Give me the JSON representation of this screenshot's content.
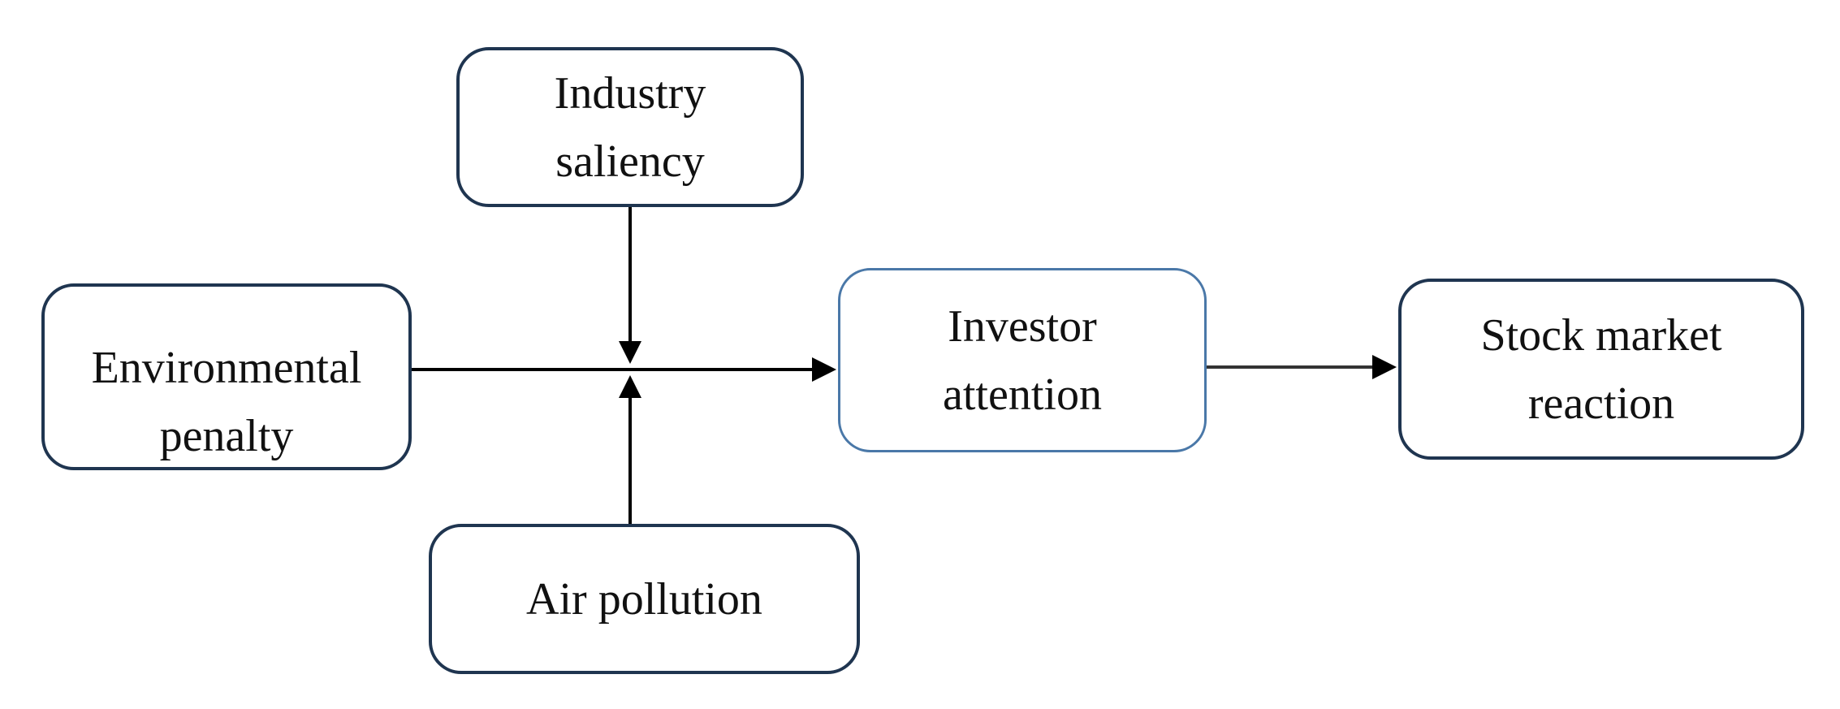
{
  "diagram": {
    "nodes": {
      "industry_saliency": {
        "lines": [
          "Industry",
          "saliency"
        ]
      },
      "environmental_penalty": {
        "lines": [
          "Environmental",
          "penalty"
        ]
      },
      "investor_attention": {
        "lines": [
          "Investor",
          "attention"
        ]
      },
      "stock_market_reaction": {
        "lines": [
          "Stock market",
          "reaction"
        ]
      },
      "air_pollution": {
        "lines": [
          "Air pollution"
        ]
      }
    },
    "edges": [
      {
        "from": "environmental_penalty",
        "to": "investor_attention"
      },
      {
        "from": "investor_attention",
        "to": "stock_market_reaction"
      },
      {
        "from": "industry_saliency",
        "to": "environmental_penalty→investor_attention"
      },
      {
        "from": "air_pollution",
        "to": "environmental_penalty→investor_attention"
      }
    ],
    "colors": {
      "box_border": "#1f3550",
      "box_border_light": "#4a78a8",
      "line": "#000000",
      "text": "#111111"
    }
  }
}
